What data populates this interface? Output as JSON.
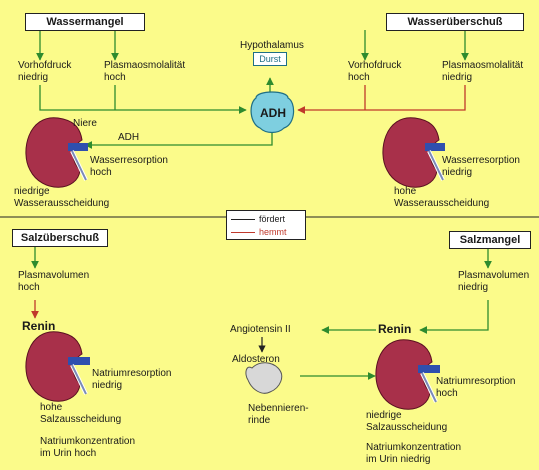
{
  "colors": {
    "background": "#fbfb8a",
    "green_arrow": "#2e8b2e",
    "red_arrow": "#c0392b",
    "kidney": "#a8304a",
    "adh_fill": "#7ecfe0"
  },
  "top": {
    "box_left": "Wassermangel",
    "box_right": "Wasserüberschuß",
    "left_vorhof": "Vorhofdruck\nniedrig",
    "left_plasma": "Plasmaosmolalität\nhoch",
    "hypothalamus": "Hypothalamus",
    "durst": "Durst",
    "adh_blob": "ADH",
    "right_vorhof": "Vorhofdruck\nhoch",
    "right_plasma": "Plasmaosmolalität\nniedrig",
    "niere": "Niere",
    "adh_label": "ADH",
    "left_resorption": "Wasserresorption\nhoch",
    "left_ausscheidung": "niedrige\nWasserausscheidung",
    "right_resorption": "Wasserresorption\nniedrig",
    "right_ausscheidung": "hohe\nWasserausscheidung"
  },
  "legend": {
    "foerdert": "fördert",
    "hemmt": "hemmt"
  },
  "bottom": {
    "box_left": "Salzüberschuß",
    "box_right": "Salzmangel",
    "left_plasma": "Plasmavolumen\nhoch",
    "left_renin": "Renin",
    "left_resorption": "Natriumresorption\nniedrig",
    "left_ausscheidung": "hohe\nSalzausscheidung",
    "left_konzentration": "Natriumkonzentration\nim Urin hoch",
    "right_plasma": "Plasmavolumen\nniedrig",
    "right_renin": "Renin",
    "angiotensin": "Angiotensin II",
    "aldosteron": "Aldosteron",
    "nebenniere": "Nebennieren-\nrinde",
    "right_resorption": "Natriumresorption\nhoch",
    "right_ausscheidung": "niedrige\nSalzausscheidung",
    "right_konzentration": "Natriumkonzentration\nim Urin niedrig"
  }
}
